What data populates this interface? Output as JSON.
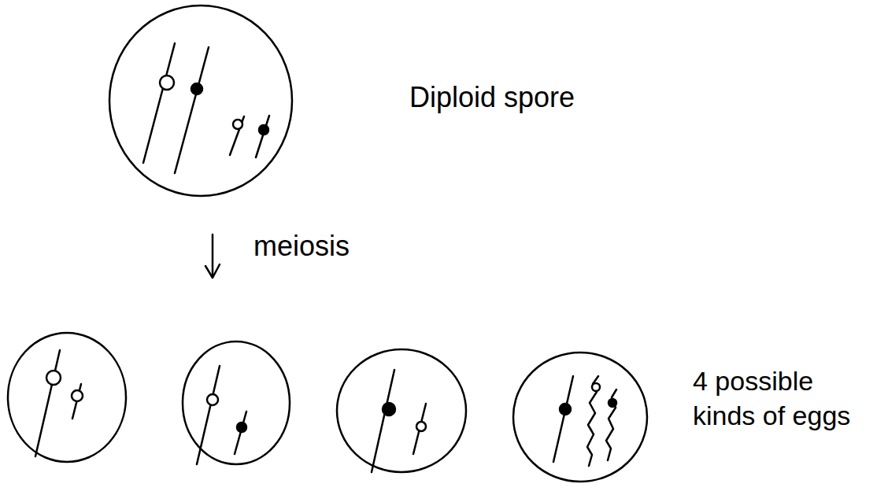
{
  "diagram": {
    "nodes": [
      {
        "text": [
          "Diploid spore"
        ]
      }
    ],
    "labels": [
      "meiosis",
      "4 possible kinds of eggs"
    ]
  }
}
